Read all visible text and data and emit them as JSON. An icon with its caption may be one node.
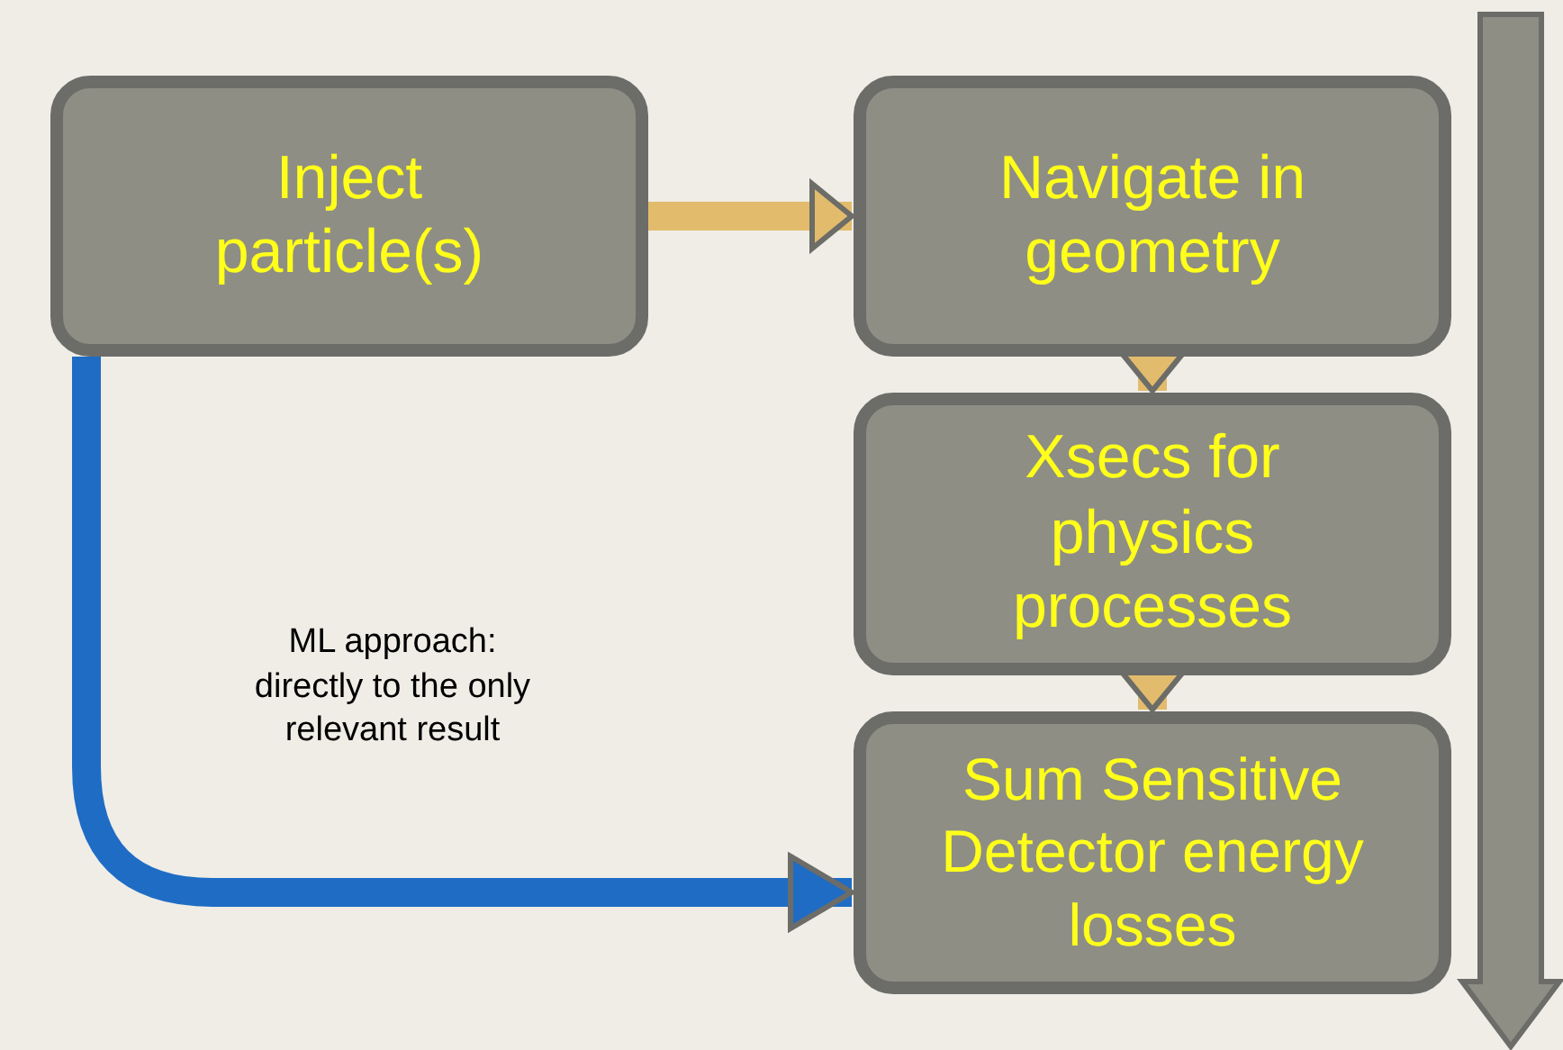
{
  "diagram": {
    "nodes": [
      {
        "text": [
          "Inject particle(s)"
        ]
      },
      {
        "text": [
          "Navigate in geometry"
        ]
      },
      {
        "text": [
          "Xsecs for physics processes"
        ]
      },
      {
        "text": [
          "Sum Sensitive Detector energy losses"
        ]
      }
    ],
    "edges": [
      {
        "from": 0,
        "to": 1,
        "arrow": "to"
      },
      {
        "from": 1,
        "to": 2,
        "arrow": "to"
      },
      {
        "from": 2,
        "to": 3,
        "arrow": "to"
      },
      {
        "from": 0,
        "to": 3,
        "arrow": "to",
        "color": "#1f6cc4",
        "label": "ML approach: directly to the only relevant result"
      }
    ]
  }
}
